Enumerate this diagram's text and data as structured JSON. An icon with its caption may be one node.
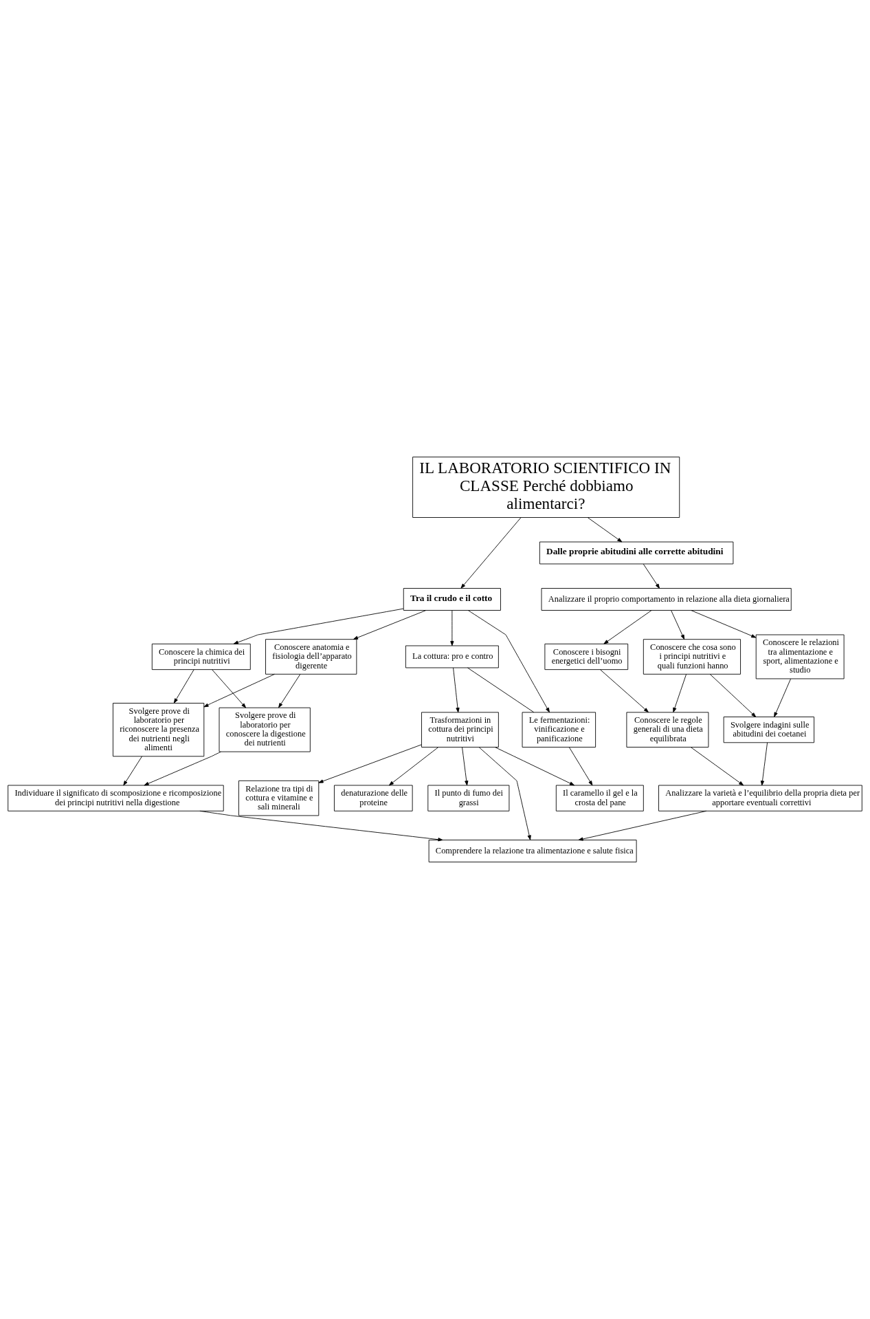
{
  "diagram": {
    "nodes": [
      {
        "text": [
          "Analizzare la varietà e l’equilibrio della propria dieta per apportare eventuali correttivi"
        ]
      },
      {
        "text": [
          "Conoscere le regole generali di una dieta equilibrata"
        ]
      },
      {
        "text": [
          "Svolgere indagini sulle abitudini dei coetanei"
        ]
      },
      {
        "text": [
          "Conoscere i bisogni energetici dell’uomo"
        ]
      },
      {
        "text": [
          "Conoscere che cosa sono i principi nutritivi e quali funzioni hanno"
        ]
      },
      {
        "text": [
          "Conoscere le relazioni tra alimentazione e sport, alimentazione e studio"
        ]
      },
      {
        "text": [
          "Analizzare il proprio comportamento in relazione alla dieta giornaliera"
        ]
      },
      {
        "text": [
          "Dalle proprie abitudini alle corrette abitudini"
        ]
      },
      {
        "text": [
          "IL LABORATORIO SCIENTIFICO IN CLASSE Perché dobbiamo alimentarci?"
        ]
      },
      {
        "text": [
          "Tra il crudo e il cotto"
        ]
      },
      {
        "text": [
          "Conoscere anatomia e fisiologia dell’apparato digerente"
        ]
      },
      {
        "text": [
          "Conoscere la chimica dei principi nutritivi"
        ]
      },
      {
        "text": [
          "La cottura: pro e contro"
        ]
      },
      {
        "text": [
          "Le fermentazioni: vinificazione e panificazione"
        ]
      },
      {
        "text": [
          "Svolgere prove di laboratorio per conoscere la digestione dei nutrienti"
        ]
      },
      {
        "text": [
          "Svolgere prove di laboratorio per riconoscere la presenza dei nutrienti negli alimenti"
        ]
      },
      {
        "text": [
          "Trasformazioni in cottura dei principi nutritivi"
        ]
      },
      {
        "text": [
          "denaturazione delle proteine"
        ]
      },
      {
        "text": [
          "Il caramello il gel e la crosta del pane"
        ]
      },
      {
        "text": [
          "Il punto di fumo dei grassi"
        ]
      },
      {
        "text": [
          "Relazione tra tipi di cottura e vitamine e sali minerali"
        ]
      },
      {
        "text": [
          "Individuare il significato di scomposizione e ricomposizione dei principi nutritivi nella digestione"
        ]
      },
      {
        "text": [
          "Comprendere la relazione tra alimentazione e salute fisica"
        ]
      }
    ],
    "edges": [
      {
        "from": 8,
        "to": 7,
        "arrow": "to"
      },
      {
        "from": 7,
        "to": 6,
        "arrow": "to"
      },
      {
        "from": 6,
        "to": 3,
        "arrow": "to"
      },
      {
        "from": 6,
        "to": 4,
        "arrow": "to"
      },
      {
        "from": 6,
        "to": 5,
        "arrow": "to"
      },
      {
        "from": 3,
        "to": 1,
        "arrow": "to"
      },
      {
        "from": 4,
        "to": 1,
        "arrow": "to"
      },
      {
        "from": 4,
        "to": 2,
        "arrow": "to"
      },
      {
        "from": 5,
        "to": 2,
        "arrow": "to"
      },
      {
        "from": 1,
        "to": 0,
        "arrow": "to"
      },
      {
        "from": 2,
        "to": 0,
        "arrow": "to"
      },
      {
        "from": 8,
        "to": 9,
        "arrow": "to"
      },
      {
        "from": 9,
        "to": 10,
        "arrow": "to"
      },
      {
        "from": 9,
        "to": 11,
        "arrow": "to"
      },
      {
        "from": 9,
        "to": 12,
        "arrow": "to"
      },
      {
        "from": 9,
        "to": 13,
        "arrow": "to"
      },
      {
        "from": 10,
        "to": 14,
        "arrow": "to"
      },
      {
        "from": 10,
        "to": 15,
        "arrow": "to"
      },
      {
        "from": 11,
        "to": 14,
        "arrow": "to"
      },
      {
        "from": 11,
        "to": 15,
        "arrow": "to"
      },
      {
        "from": 12,
        "to": 13,
        "arrow": "none"
      },
      {
        "from": 12,
        "to": 16,
        "arrow": "to"
      },
      {
        "from": 13,
        "to": 18,
        "arrow": "to"
      },
      {
        "from": 16,
        "to": 17,
        "arrow": "to"
      },
      {
        "from": 16,
        "to": 18,
        "arrow": "to"
      },
      {
        "from": 16,
        "to": 19,
        "arrow": "to"
      },
      {
        "from": 16,
        "to": 20,
        "arrow": "to"
      },
      {
        "from": 16,
        "to": 22,
        "arrow": "to"
      },
      {
        "from": 14,
        "to": 21,
        "arrow": "to"
      },
      {
        "from": 15,
        "to": 21,
        "arrow": "to"
      },
      {
        "from": 21,
        "to": 22,
        "arrow": "to"
      },
      {
        "from": 0,
        "to": 22,
        "arrow": "to"
      }
    ]
  }
}
